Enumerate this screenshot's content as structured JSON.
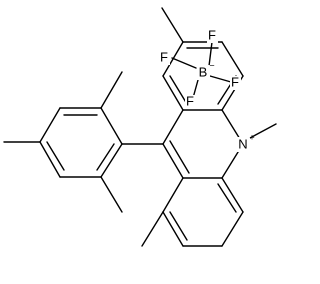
{
  "diagram": {
    "atoms": {
      "nitrogen": "N",
      "nitrogen_charge": "+",
      "boron": "B",
      "boron_charge": "−",
      "fluorine_1": "F",
      "fluorine_2": "F",
      "fluorine_3": "F",
      "fluorine_4": "F"
    }
  }
}
